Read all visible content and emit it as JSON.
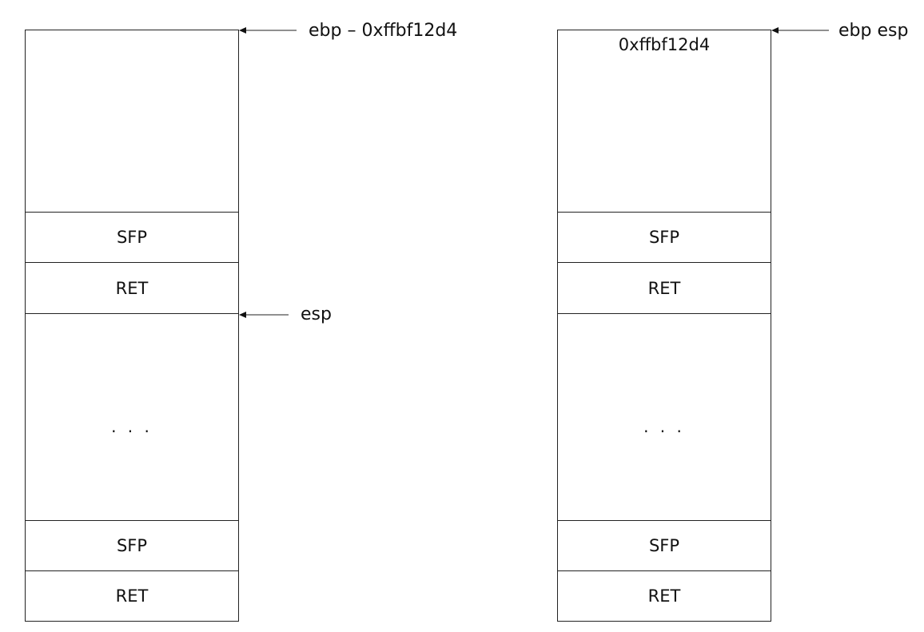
{
  "left_stack": {
    "blocks": [
      "SFP",
      "RET",
      "SFP",
      "RET"
    ],
    "ellipsis": "· · ·",
    "pointers": [
      "ebp – 0xffbf12d4",
      "esp"
    ]
  },
  "right_stack": {
    "top_value": "0xffbf12d4",
    "blocks": [
      "SFP",
      "RET",
      "SFP",
      "RET"
    ],
    "ellipsis": "· · ·",
    "pointers": [
      "ebp esp"
    ]
  }
}
